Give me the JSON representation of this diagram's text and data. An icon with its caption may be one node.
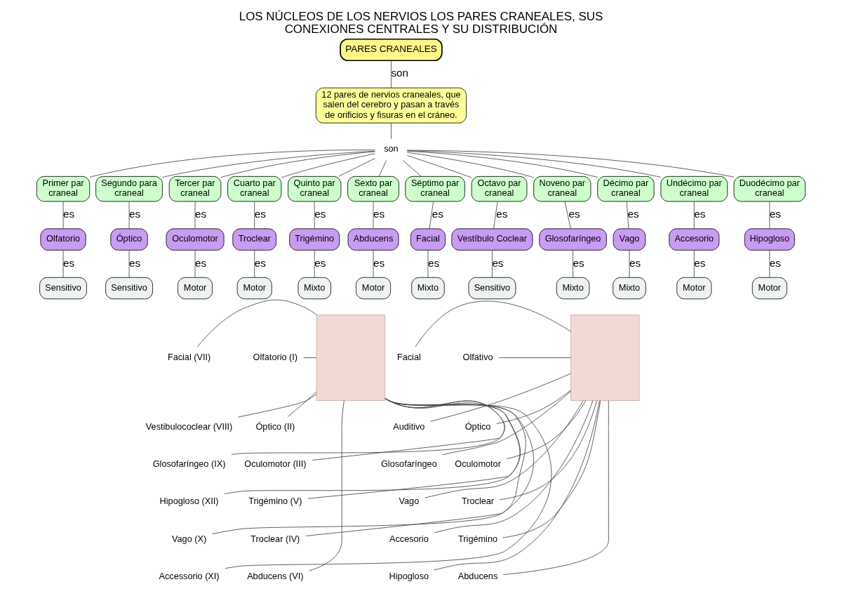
{
  "diagram": {
    "title": "LOS NÚCLEOS DE LOS NERVIOS LOS PARES CRANEALES, SUS CONEXIONES CENTRALES Y SU DISTRIBUCIÓN",
    "nodes": [
      {
        "text": [
          "PARES CRANEALES"
        ]
      },
      {
        "text": [
          "12 pares de nervios craneales, que salen del cerebro y pasan a través de orificios y fisuras en el cráneo."
        ]
      },
      {
        "text": [
          "son"
        ]
      },
      {
        "text": [
          "Primer par craneal"
        ]
      },
      {
        "text": [
          "Segundo para craneal"
        ]
      },
      {
        "text": [
          "Tercer par craneal"
        ]
      },
      {
        "text": [
          "Cuarto par craneal"
        ]
      },
      {
        "text": [
          "Quinto par craneal"
        ]
      },
      {
        "text": [
          "Sexto par craneal"
        ]
      },
      {
        "text": [
          "Séptimo par craneal"
        ]
      },
      {
        "text": [
          "Octavo par craneal"
        ]
      },
      {
        "text": [
          "Noveno par craneal"
        ]
      },
      {
        "text": [
          "Décimo par craneal"
        ]
      },
      {
        "text": [
          "Undécimo par craneal"
        ]
      },
      {
        "text": [
          "Duodécimo par craneal"
        ]
      },
      {
        "text": [
          "Olfatorio"
        ]
      },
      {
        "text": [
          "Óptico"
        ]
      },
      {
        "text": [
          "Oculomotor"
        ]
      },
      {
        "text": [
          "Troclear"
        ]
      },
      {
        "text": [
          "Trigémino"
        ]
      },
      {
        "text": [
          "Abducens"
        ]
      },
      {
        "text": [
          "Facial"
        ]
      },
      {
        "text": [
          "Vestíbulo Coclear"
        ]
      },
      {
        "text": [
          "Glosofaríngeo"
        ]
      },
      {
        "text": [
          "Vago"
        ]
      },
      {
        "text": [
          "Accesorio"
        ]
      },
      {
        "text": [
          "Hipogloso"
        ]
      },
      {
        "text": [
          "Sensitivo"
        ]
      },
      {
        "text": [
          "Sensitivo"
        ]
      },
      {
        "text": [
          "Motor"
        ]
      },
      {
        "text": [
          "Motor"
        ]
      },
      {
        "text": [
          "Mixto"
        ]
      },
      {
        "text": [
          "Motor"
        ]
      },
      {
        "text": [
          "Mixto"
        ]
      },
      {
        "text": [
          "Sensitivo"
        ]
      },
      {
        "text": [
          "Mixto"
        ]
      },
      {
        "text": [
          "Mixto"
        ]
      },
      {
        "text": [
          "Motor"
        ]
      },
      {
        "text": [
          "Motor"
        ]
      },
      {
        "text": [],
        "shape": "box"
      },
      {
        "text": [
          "Olfatorio (I)"
        ]
      },
      {
        "text": [
          "Óptico (II)"
        ]
      },
      {
        "text": [
          "Oculomotor (III)"
        ]
      },
      {
        "text": [
          "Trigémino (V)"
        ]
      },
      {
        "text": [
          "Troclear (IV)"
        ]
      },
      {
        "text": [
          "Abducens (VI)"
        ]
      },
      {
        "text": [
          "Facial (VII)"
        ]
      },
      {
        "text": [
          "Vestibulococlear (VIII)"
        ]
      },
      {
        "text": [
          "Glosofaríngeo (IX)"
        ]
      },
      {
        "text": [
          "Hipogloso (XII)"
        ]
      },
      {
        "text": [
          "Vago (X)"
        ]
      },
      {
        "text": [
          "Accessorio (XI)"
        ]
      },
      {
        "text": [],
        "shape": "box"
      },
      {
        "text": [
          "Olfativo"
        ]
      },
      {
        "text": [
          "Óptico"
        ]
      },
      {
        "text": [
          "Oculomotor"
        ]
      },
      {
        "text": [
          "Troclear"
        ]
      },
      {
        "text": [
          "Trigémino"
        ]
      },
      {
        "text": [
          "Abducens"
        ]
      },
      {
        "text": [
          "Facial"
        ]
      },
      {
        "text": [
          "Auditivo"
        ]
      },
      {
        "text": [
          "Glosofaríngeo"
        ]
      },
      {
        "text": [
          "Vago"
        ]
      },
      {
        "text": [
          "Accesorio"
        ]
      },
      {
        "text": [
          "Hipogloso"
        ]
      }
    ],
    "edges": [
      {
        "from": 0,
        "to": 1,
        "arrow": "none",
        "label": "son"
      },
      {
        "from": 1,
        "to": 2,
        "arrow": "none"
      },
      {
        "from": 2,
        "to": 3,
        "arrow": "none"
      },
      {
        "from": 2,
        "to": 4,
        "arrow": "none"
      },
      {
        "from": 2,
        "to": 5,
        "arrow": "none"
      },
      {
        "from": 2,
        "to": 6,
        "arrow": "none"
      },
      {
        "from": 2,
        "to": 7,
        "arrow": "none"
      },
      {
        "from": 2,
        "to": 8,
        "arrow": "none"
      },
      {
        "from": 2,
        "to": 9,
        "arrow": "none"
      },
      {
        "from": 2,
        "to": 10,
        "arrow": "none"
      },
      {
        "from": 2,
        "to": 11,
        "arrow": "none"
      },
      {
        "from": 2,
        "to": 12,
        "arrow": "none"
      },
      {
        "from": 2,
        "to": 13,
        "arrow": "none"
      },
      {
        "from": 2,
        "to": 14,
        "arrow": "none"
      },
      {
        "from": 3,
        "to": 15,
        "arrow": "none",
        "label": "es"
      },
      {
        "from": 4,
        "to": 16,
        "arrow": "none",
        "label": "es"
      },
      {
        "from": 5,
        "to": 17,
        "arrow": "none",
        "label": "es"
      },
      {
        "from": 6,
        "to": 18,
        "arrow": "none",
        "label": "es"
      },
      {
        "from": 7,
        "to": 19,
        "arrow": "none",
        "label": "es"
      },
      {
        "from": 8,
        "to": 20,
        "arrow": "none",
        "label": "es"
      },
      {
        "from": 9,
        "to": 21,
        "arrow": "none",
        "label": "es"
      },
      {
        "from": 10,
        "to": 22,
        "arrow": "none",
        "label": "es"
      },
      {
        "from": 11,
        "to": 23,
        "arrow": "none",
        "label": "es"
      },
      {
        "from": 12,
        "to": 24,
        "arrow": "none",
        "label": "es"
      },
      {
        "from": 13,
        "to": 25,
        "arrow": "none",
        "label": "es"
      },
      {
        "from": 14,
        "to": 26,
        "arrow": "none",
        "label": "es"
      },
      {
        "from": 15,
        "to": 27,
        "arrow": "none",
        "label": "es"
      },
      {
        "from": 16,
        "to": 28,
        "arrow": "none",
        "label": "es"
      },
      {
        "from": 17,
        "to": 29,
        "arrow": "none",
        "label": "es"
      },
      {
        "from": 18,
        "to": 30,
        "arrow": "none",
        "label": "es"
      },
      {
        "from": 19,
        "to": 31,
        "arrow": "none",
        "label": "es"
      },
      {
        "from": 20,
        "to": 32,
        "arrow": "none",
        "label": "es"
      },
      {
        "from": 21,
        "to": 33,
        "arrow": "none",
        "label": "es"
      },
      {
        "from": 22,
        "to": 34,
        "arrow": "none",
        "label": "es"
      },
      {
        "from": 23,
        "to": 35,
        "arrow": "none",
        "label": "es"
      },
      {
        "from": 24,
        "to": 36,
        "arrow": "none",
        "label": "es"
      },
      {
        "from": 25,
        "to": 37,
        "arrow": "none",
        "label": "es"
      },
      {
        "from": 26,
        "to": 38,
        "arrow": "none",
        "label": "es"
      },
      {
        "from": 40,
        "to": 39,
        "arrow": "none"
      },
      {
        "from": 41,
        "to": 39,
        "arrow": "none"
      },
      {
        "from": 42,
        "to": 39,
        "arrow": "none"
      },
      {
        "from": 43,
        "to": 39,
        "arrow": "none"
      },
      {
        "from": 44,
        "to": 39,
        "arrow": "none"
      },
      {
        "from": 45,
        "to": 39,
        "arrow": "none"
      },
      {
        "from": 46,
        "to": 39,
        "arrow": "none"
      },
      {
        "from": 47,
        "to": 39,
        "arrow": "none"
      },
      {
        "from": 48,
        "to": 39,
        "arrow": "none"
      },
      {
        "from": 49,
        "to": 39,
        "arrow": "none"
      },
      {
        "from": 50,
        "to": 39,
        "arrow": "none"
      },
      {
        "from": 51,
        "to": 39,
        "arrow": "none"
      },
      {
        "from": 53,
        "to": 52,
        "arrow": "none"
      },
      {
        "from": 54,
        "to": 52,
        "arrow": "none"
      },
      {
        "from": 55,
        "to": 52,
        "arrow": "none"
      },
      {
        "from": 56,
        "to": 52,
        "arrow": "none"
      },
      {
        "from": 57,
        "to": 52,
        "arrow": "none"
      },
      {
        "from": 58,
        "to": 52,
        "arrow": "none"
      },
      {
        "from": 59,
        "to": 52,
        "arrow": "none"
      },
      {
        "from": 60,
        "to": 52,
        "arrow": "none"
      },
      {
        "from": 61,
        "to": 52,
        "arrow": "none"
      },
      {
        "from": 62,
        "to": 52,
        "arrow": "none"
      },
      {
        "from": 63,
        "to": 52,
        "arrow": "none"
      },
      {
        "from": 64,
        "to": 52,
        "arrow": "none"
      }
    ]
  }
}
